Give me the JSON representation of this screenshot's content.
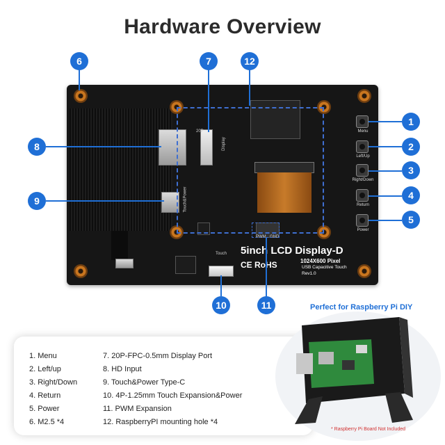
{
  "title": "Hardware Overview",
  "board": {
    "product_name": "5inch LCD Display-D",
    "resolution": "1024X600 Pixel",
    "touch_type": "USB Capacitive Touch",
    "revision": "Rev1.0",
    "certifications": "CE RoHS",
    "silk_display": "Display",
    "silk_20p": "20P",
    "silk_touch_power": "Touch&Power",
    "silk_touch": "Touch",
    "silk_pwm": "PWM",
    "silk_gnd": "GND",
    "button_labels": [
      "Menu",
      "Left/Up",
      "Right/Down",
      "Return",
      "Power"
    ]
  },
  "callouts": [
    "1",
    "2",
    "3",
    "4",
    "5",
    "6",
    "7",
    "8",
    "9",
    "10",
    "11",
    "12"
  ],
  "legend": {
    "left": [
      "1. Menu",
      "2. Left/up",
      "3. Right/Down",
      "4. Return",
      "5. Power",
      "6. M2.5 *4"
    ],
    "right": [
      "7. 20P-FPC-0.5mm Display Port",
      "8. HD Input",
      "9. Touch&Power Type-C",
      "10. 4P-1.25mm Touch Expansion&Power",
      "11. PWM Expansion",
      "12. RaspberryPI mounting hole *4"
    ]
  },
  "promo": {
    "title": "Perfect for Raspberry Pi DIY",
    "note": "* Raspberry Pi Board Not Included"
  },
  "colors": {
    "accent": "#1f6fd6",
    "board": "#161616",
    "note": "#d23030"
  }
}
